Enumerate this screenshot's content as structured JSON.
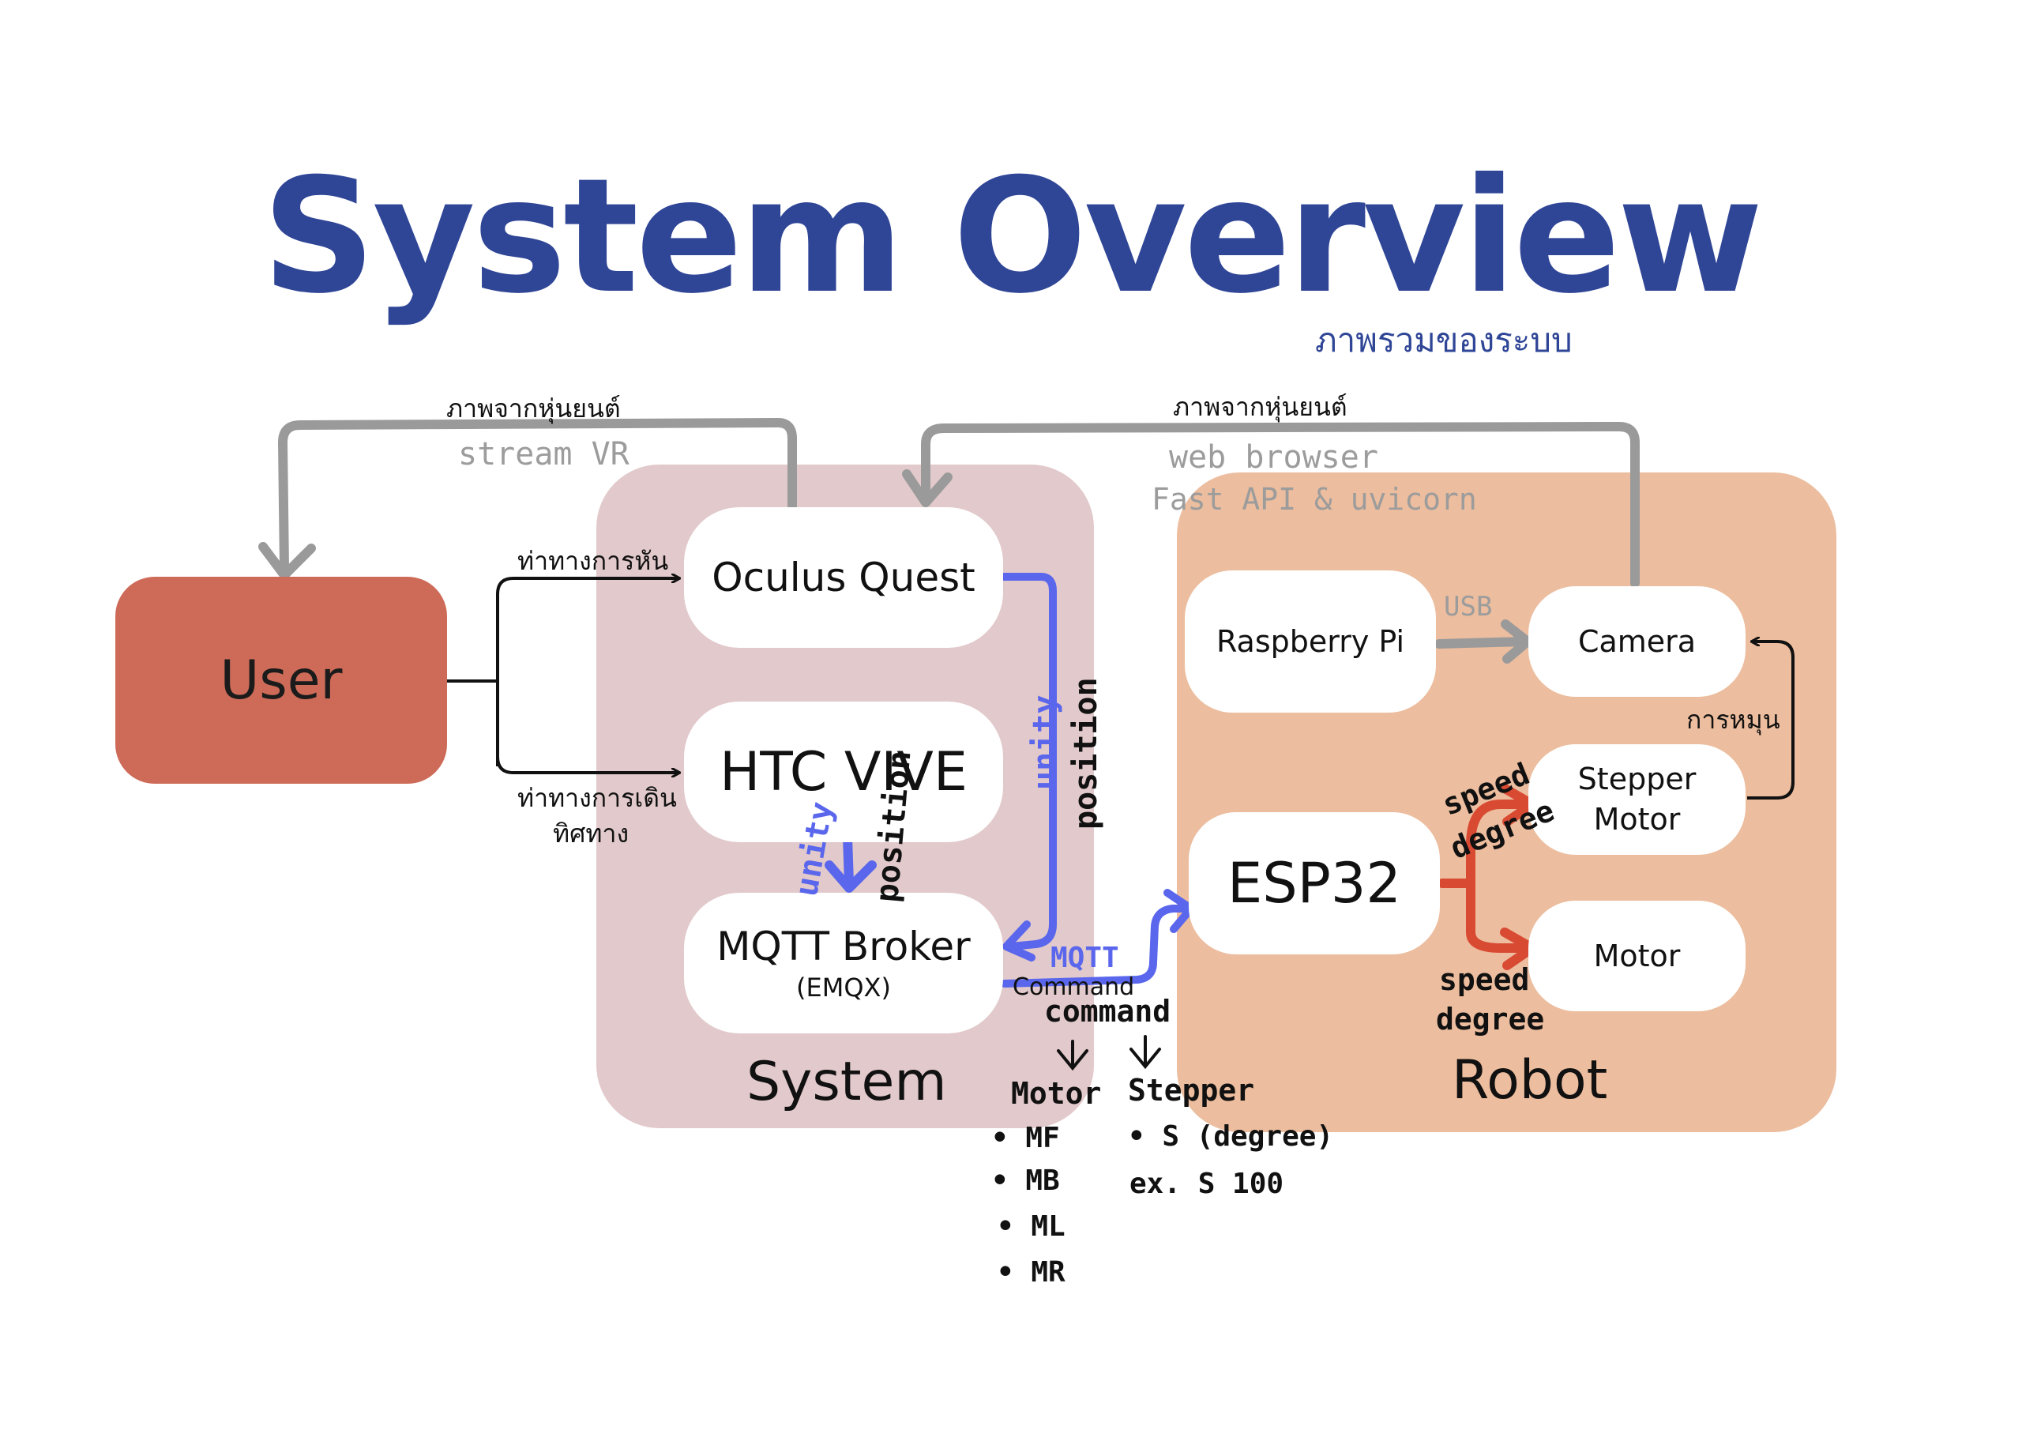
{
  "title": "System Overview",
  "subtitle": "ภาพรวมของระบบ",
  "nodes": {
    "user": "User",
    "oculus": "Oculus Quest",
    "htc": "HTC VIVE",
    "mqtt": "MQTT Broker",
    "mqtt_sub": "(EMQX)",
    "rpi": "Raspberry Pi",
    "camera": "Camera",
    "stepper_line1": "Stepper",
    "stepper_line2": "Motor",
    "motor": "Motor",
    "esp": "ESP32"
  },
  "panels": {
    "system": "System",
    "robot": "Robot"
  },
  "labels": {
    "img_from_robot_left": "ภาพจากหุ่นยนต์",
    "img_from_robot_right": "ภาพจากหุ่นยนต์",
    "head_turn": "ท่าทางการหัน",
    "walk_line1": "ท่าทางการเดิน",
    "walk_line2": "ทิศทาง",
    "rotation": "การหมุน",
    "stream_vr": "stream VR",
    "web_browser": "web browser",
    "fastapi": "Fast API & uvicorn",
    "usb": "USB",
    "unity_1": "unity",
    "position_1": "position",
    "unity_2": "unity",
    "position_2": "position",
    "mqtt": "MQTT",
    "command_typed": "Command",
    "command": "command",
    "speed_1": "speed",
    "degree_1": "degree",
    "speed_2": "speed",
    "degree_2": "degree",
    "motor_heading": "Motor",
    "stepper_heading": "Stepper",
    "motor_cmds": [
      "• MF",
      "• MB",
      "• ML",
      "• MR"
    ],
    "stepper_cmd": "• S (degree)",
    "stepper_example": "ex. S 100"
  },
  "colors": {
    "title": "#2f4596",
    "user": "#cd6b58",
    "system_panel": "#e2c9cb",
    "robot_panel": "#ecbd9e",
    "grey_arrow": "#9a9a9a",
    "blue_arrow": "#5a67ec",
    "red_arrow": "#d94a33"
  }
}
